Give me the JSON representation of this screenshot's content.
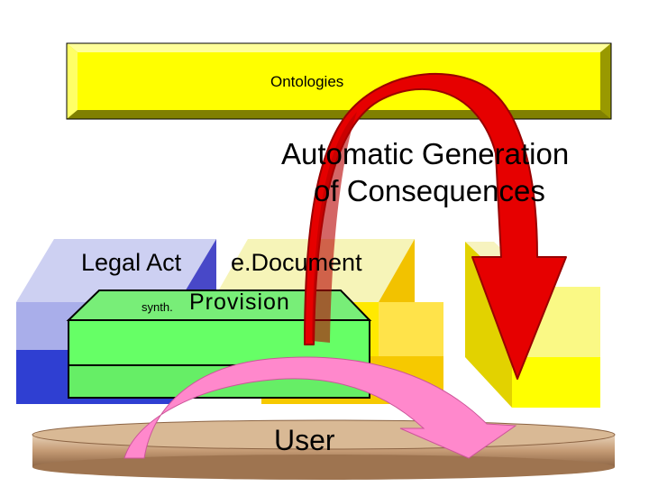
{
  "ontologies": {
    "label": "Ontologies"
  },
  "automatic_generation": {
    "line1": "Automatic Generation",
    "line2": "of Consequences"
  },
  "legal_act": {
    "label": "Legal Act"
  },
  "edocument": {
    "label": "e.Document"
  },
  "provision": {
    "prefix": "synth.",
    "label": "Provision"
  },
  "user": {
    "label": "User"
  },
  "colors": {
    "ontologies_box": "#ffff00",
    "legal_act_block": "#3b3bd6",
    "edocument_block": "#f5d100",
    "provision_block": "#66ff66",
    "red_arrow": "#e60000",
    "pink_arrow": "#ff88cc",
    "platform": "#c49a74"
  }
}
